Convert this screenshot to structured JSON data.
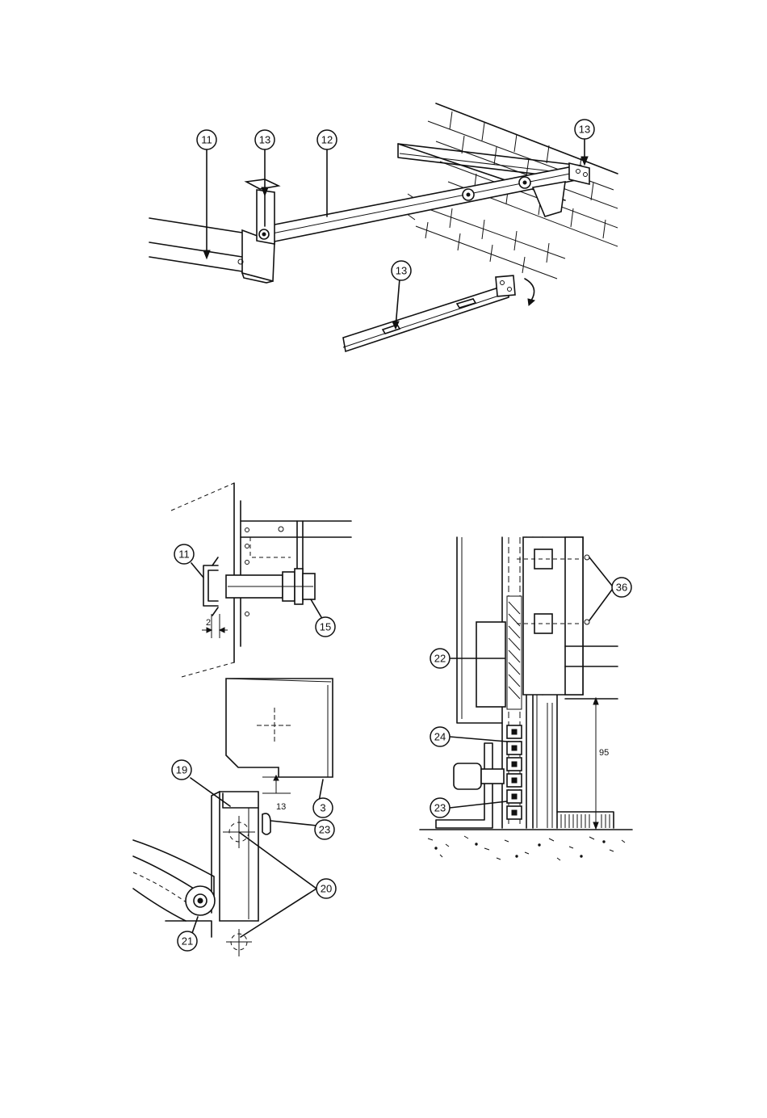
{
  "callouts": {
    "top_11": "11",
    "top_13a": "13",
    "top_12": "12",
    "top_13b": "13",
    "top_13c": "13",
    "ml_11": "11",
    "ml_15": "15",
    "ll_19": "19",
    "ll_3": "3",
    "ll_23": "23",
    "ll_20": "20",
    "ll_21": "21",
    "r_36": "36",
    "r_22": "22",
    "r_24": "24",
    "r_23": "23"
  },
  "dimensions": {
    "gap_2": "2",
    "gap_13": "13",
    "height_95": "95"
  }
}
